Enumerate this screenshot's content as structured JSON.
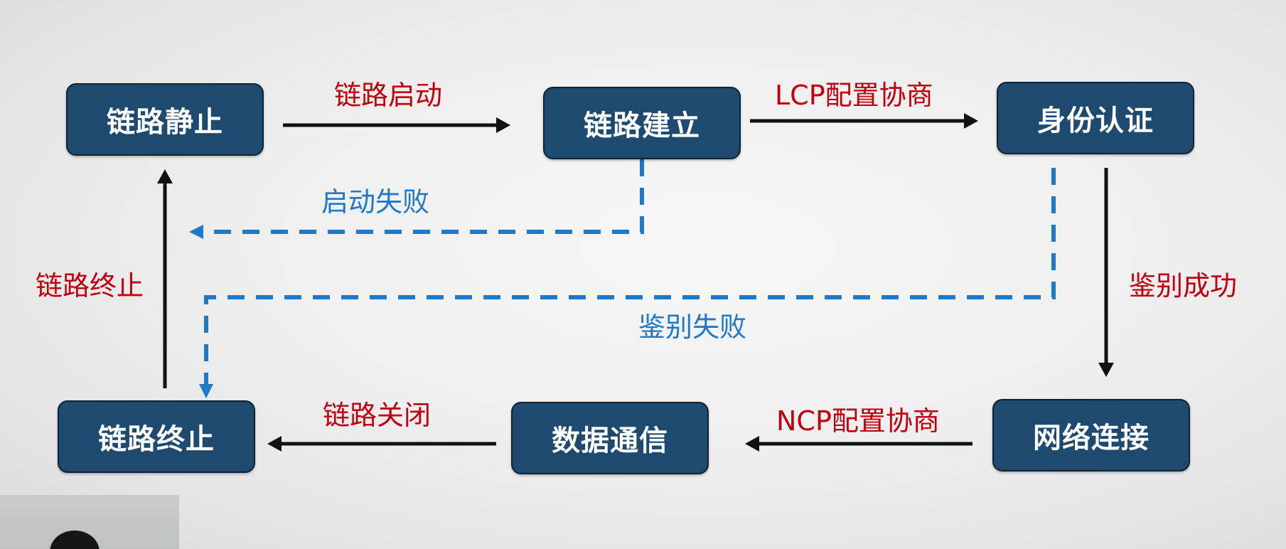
{
  "nodes": {
    "link_dead": "链路静止",
    "link_establish": "链路建立",
    "authenticate": "身份认证",
    "link_terminate": "链路终止",
    "data_comm": "数据通信",
    "network": "网络连接"
  },
  "edges": {
    "link_start": "链路启动",
    "lcp_negotiation": "LCP配置协商",
    "start_fail": "启动失败",
    "link_terminate": "链路终止",
    "auth_success": "鉴别成功",
    "auth_fail": "鉴别失败",
    "link_close": "链路关闭",
    "ncp_negotiation": "NCP配置协商"
  },
  "colors": {
    "node_fill": "#1d4a6e",
    "success_arrow": "#111111",
    "success_text": "#c0000e",
    "failure": "#1f78c8"
  }
}
